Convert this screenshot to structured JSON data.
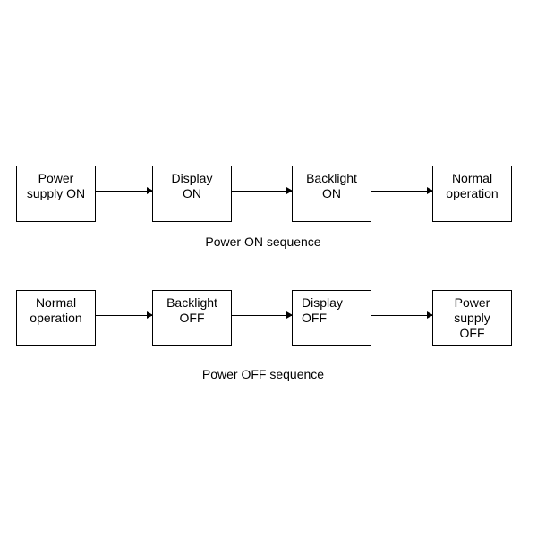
{
  "power_on": {
    "caption": "Power ON sequence",
    "steps": [
      {
        "label": "Power\nsupply ON"
      },
      {
        "label": "Display\nON"
      },
      {
        "label": "Backlight\nON"
      },
      {
        "label": "Normal\noperation"
      }
    ]
  },
  "power_off": {
    "caption": "Power OFF sequence",
    "steps": [
      {
        "label": "Normal\noperation"
      },
      {
        "label": "Backlight\nOFF"
      },
      {
        "label": "Display\nOFF"
      },
      {
        "label": "Power\nsupply\nOFF"
      }
    ]
  }
}
